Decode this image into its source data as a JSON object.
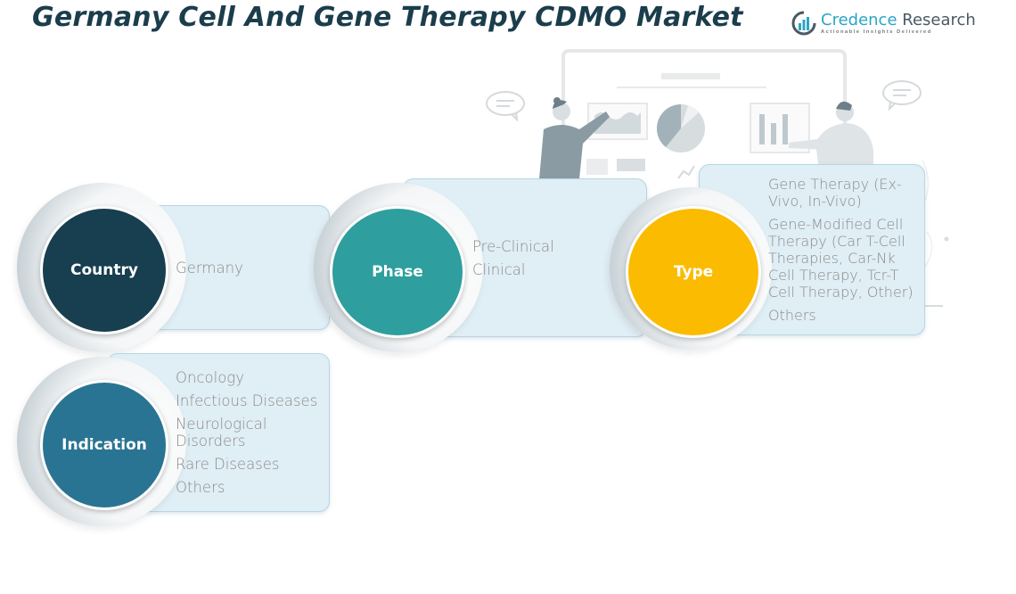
{
  "title": "Germany Cell And Gene Therapy CDMO Market",
  "logo": {
    "name_part1": "Credence",
    "name_part2": " Research",
    "tagline": "Actionable Insights Delivered",
    "icon": "bar-chart-circle-logo-icon"
  },
  "colors": {
    "title": "#1b3d4c",
    "country": "#173f4f",
    "phase": "#2e9e9e",
    "type": "#fbbb00",
    "indication": "#2a7493",
    "panel": "#e0eef5",
    "item_text": "#8a8a8a"
  },
  "segments": [
    {
      "label": "Country",
      "items": [
        "Germany"
      ]
    },
    {
      "label": "Phase",
      "items": [
        "Pre-Clinical",
        "Clinical"
      ]
    },
    {
      "label": "Type",
      "items": [
        "Gene Therapy (Ex-Vivo, In-Vivo)",
        "Gene-Modified Cell Therapy (Car T-Cell Therapies, Car-Nk Cell Therapy, Tcr-T Cell Therapy, Other)",
        "Others"
      ]
    },
    {
      "label": "Indication",
      "items": [
        "Oncology",
        "Infectious Diseases",
        "Neurological Disorders",
        "Rare Diseases",
        "Others"
      ]
    }
  ]
}
